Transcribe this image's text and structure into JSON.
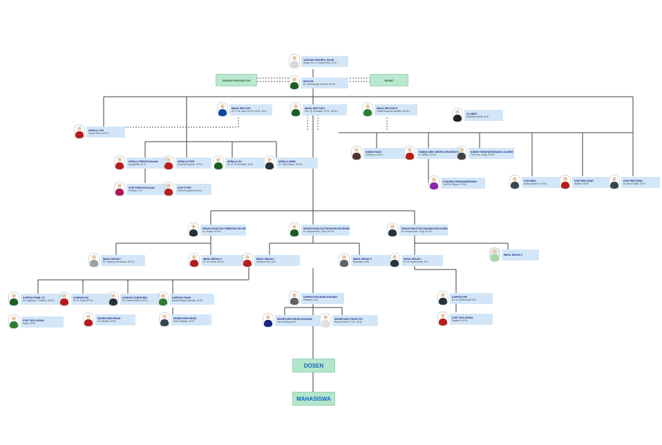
{
  "diagram": {
    "top": {
      "title": "YAYASAN FAKHRUL ISLAM",
      "name": "Ketua: Drs. H. Ilham Sholi, M.Si"
    },
    "rektor": {
      "title": "REKTOR",
      "name": "Dr. Muhammad Sulthon, M.PdI"
    },
    "dewan_penyantun": "DEWAN PENYANTUN",
    "senat": "SENAT",
    "wr1": {
      "title": "WAKIL REKTOR I",
      "name": "Dr. H. M. Zaki, M.Pd.I, M.M., M.A."
    },
    "wr2": {
      "title": "WAKIL REKTOR II",
      "name": "Drs. Hj. Nurmalia, S.Pd., M.Pd.I"
    },
    "wr3": {
      "title": "WAKIL REKTOR III",
      "name": "Fadila Kusuma warsitha, M.Pd.I"
    },
    "kabiro": {
      "title": "KA. BIRO",
      "name": "Mukhlash Abrar, M.Si"
    },
    "lpm": {
      "title": "KEPALA LPM",
      "name": "Fahrur Rozi, M.Pd.I"
    },
    "perpus": {
      "title": "KEPALA PERPUSTAKAAN",
      "name": "Inmayatilla, M.Si"
    },
    "ptipd": {
      "title": "KEPALA PTIPD",
      "name": "Zhaenal Supeno, S.Pd.I"
    },
    "lp2m": {
      "title": "KEPALA LP2",
      "name": "Dr. M. Fu Al Hafidz, M.Si"
    },
    "upbm": {
      "title": "KEPALA UPBM",
      "name": "Dr. Hadi Cahyo, M.Pd.I"
    },
    "staf_perpus": {
      "title": "STAF PERPUSTAKAAN",
      "name": "Ferdian, S.IP"
    },
    "staf_ptipd": {
      "title": "STAF PTIPD",
      "name": "Zaini Khusyadi, M.Kom."
    },
    "baak": {
      "title": "KABAG BAAK",
      "name": "Mu'tamar, S.Pd.I"
    },
    "bakeu": {
      "title": "KABAG ADM. UMUM & KEUANGAN",
      "name": "M. Miftah, M.Pd.I"
    },
    "kemahasiswaan": {
      "title": "KABAG KEMAHASISWAAN & ALUMNI",
      "name": "Tuti Lesa, S.Ag, M.Pd.I"
    },
    "kasubag": {
      "title": "KASUBAG KEMAHASISWAAN",
      "name": "Yuli Fitri Rahmi, S.Pd.I"
    },
    "staf_biro": {
      "title": "STAF BIRO",
      "name": "Abdul Syakum, S.Pd.I"
    },
    "staf_rektorat1": {
      "title": "STAF REKTORAT",
      "name": "Wakhid, M.Pd"
    },
    "staf_rektorat2": {
      "title": "STAF REKTORAT",
      "name": "M. Ainal Fadhil, S.Pd"
    },
    "dekan1": {
      "title": "DEKAN FAKULTAS TARBIYAH DAN KEGURUAN",
      "name": "Dr. Sriyah, M.Pd.I"
    },
    "dekan2": {
      "title": "DEKAN FAKULTAS EKONOMI DAN BISNIS ISLAM",
      "name": "Dr. Sunghirman, S.Ag, M.Pd.I"
    },
    "dekan3": {
      "title": "DEKAN FAKULTAS DAKWAH DAN KOMUNIKASI ISLAM",
      "name": "Dr. Sunghirman, S.Ag, M.Pd.I"
    },
    "wd1_1": {
      "title": "WAKIL DEKAN I",
      "name": "Dr. Sugeng Kurniawan, M.Pd.I"
    },
    "wd1_2": {
      "title": "WAKIL DEKAN II",
      "name": "Dr. M. Faruk, M.Pd.I"
    },
    "wd2_1": {
      "title": "WAKIL DEKAN I",
      "name": "Ikhsanul Fikri, M.E."
    },
    "wd2_2": {
      "title": "WAKIL DEKAN II",
      "name": "Saprinjan, M.M."
    },
    "wd3_1": {
      "title": "WAKIL DEKAN I",
      "name": "Dr. M. Syafi Ismail, M.A"
    },
    "wd3_2": {
      "title": "WAKIL DEKAN II",
      "name": ""
    },
    "kaprodi_pgmi": {
      "title": "KAPRODI PGMI / IIT",
      "name": "Dr. Sugeng H. Yulianto, M.Pd.I"
    },
    "kaprodi_pai": {
      "title": "KAPRODI PAI",
      "name": "Dr. M. Syafi, M.Pd.I"
    },
    "kaprodi_tbi": {
      "title": "KAPRODI TADRIS BIN",
      "name": "Dr. Husna Riadho, M.Pd"
    },
    "kaprodi_piaud": {
      "title": "KAPRODI PIAUD",
      "name": "Devita Widya Faranisa, M.Pd"
    },
    "sekretaris_prodi1": {
      "title": "SEKRETARIS PRODI",
      "name": "Sri Hardika, M.Pd"
    },
    "sekretaris_prodi2": {
      "title": "SEKRETARIS PRODI",
      "name": "Sulfi Latifiyah, M.Pd"
    },
    "staf_prodi1": {
      "title": "STAF TATA USAHA",
      "name": "Ihsan, M.Pd"
    },
    "kaprodi_psy": {
      "title": "KAPRODI EKONOMI SYARIAH",
      "name": "Sulfianto, M.E"
    },
    "sekretaris_psy": {
      "title": "SEKRETARIS PRODI EKONOMI",
      "name": "Yani Zulfiana, M.E"
    },
    "staf_psy": {
      "title": "SEKRETARIS PRODI PSY",
      "name": "Wanda Diah P., S.E., M.Ak"
    },
    "kaprodi_kpi": {
      "title": "KAPRODI KPI",
      "name": "Dr. M. Syafi Ismail, M.E"
    },
    "staf_kpi": {
      "title": "STAF TATA USAHA",
      "name": "Mujahid, M.Pd"
    },
    "dosen": "DOSEN",
    "mahasiswa": "MAHASISWA"
  }
}
